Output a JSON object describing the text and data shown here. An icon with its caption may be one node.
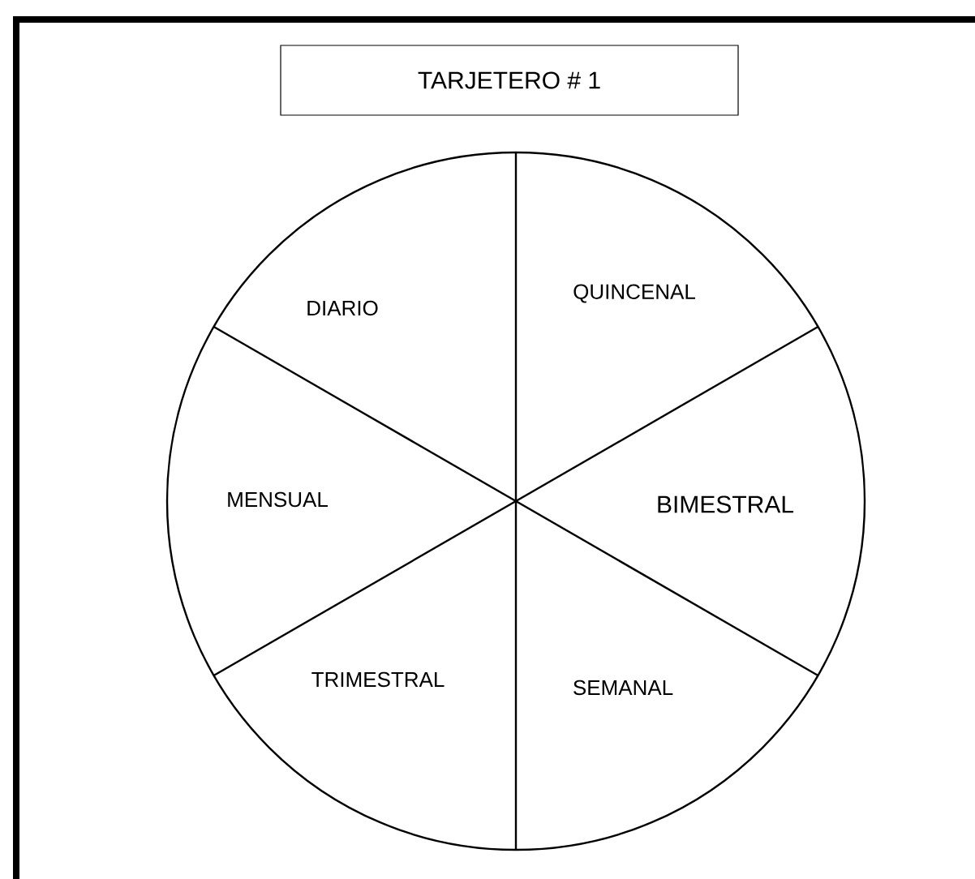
{
  "diagram": {
    "title": "TARJETERO # 1",
    "labels": [
      "DIARIO",
      "QUINCENAL",
      "MENSUAL",
      "BIMESTRAL",
      "TRIMESTRAL",
      "SEMANAL"
    ]
  }
}
